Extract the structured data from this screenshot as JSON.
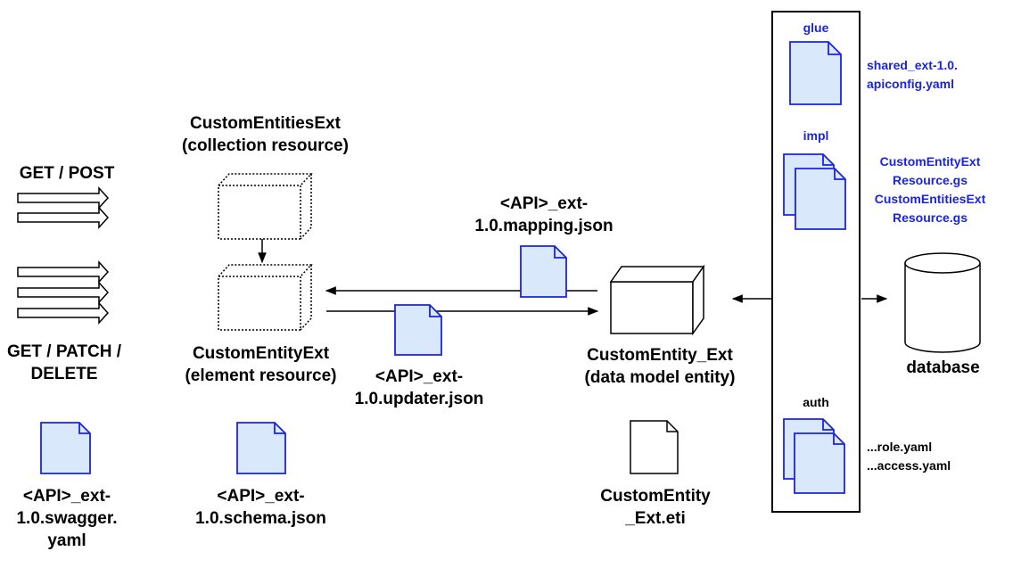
{
  "labels": {
    "get_post": "GET / POST",
    "get_patch_delete": [
      "GET / PATCH /",
      "DELETE"
    ],
    "collection": [
      "CustomEntitiesExt",
      "(collection resource)"
    ],
    "element": [
      "CustomEntityExt",
      "(element resource)"
    ],
    "mapping": [
      "<API>_ext-",
      "1.0.mapping.json"
    ],
    "updater": [
      "<API>_ext-",
      "1.0.updater.json"
    ],
    "entity": [
      "CustomEntity_Ext",
      "(data model entity)"
    ],
    "swagger": [
      "<API>_ext-",
      "1.0.swagger.",
      "yaml"
    ],
    "schema": [
      "<API>_ext-",
      "1.0.schema.json"
    ],
    "eti": [
      "CustomEntity",
      "_Ext.eti"
    ],
    "glue": "glue",
    "impl": "impl",
    "auth": "auth",
    "apiconfig": [
      "shared_ext-1.0.",
      "apiconfig.yaml"
    ],
    "resources": [
      "CustomEntityExt",
      "Resource.gs",
      "CustomEntitiesExt",
      "Resource.gs"
    ],
    "auth_files": [
      "...role.yaml",
      "...access.yaml"
    ],
    "database": "database"
  },
  "colors": {
    "file_fill": "#dae8fc",
    "file_stroke": "#1a24e0",
    "blue_text": "#1a24e0"
  },
  "icons": [
    "document-icon",
    "cube-icon",
    "database-icon",
    "arrow-icon"
  ]
}
